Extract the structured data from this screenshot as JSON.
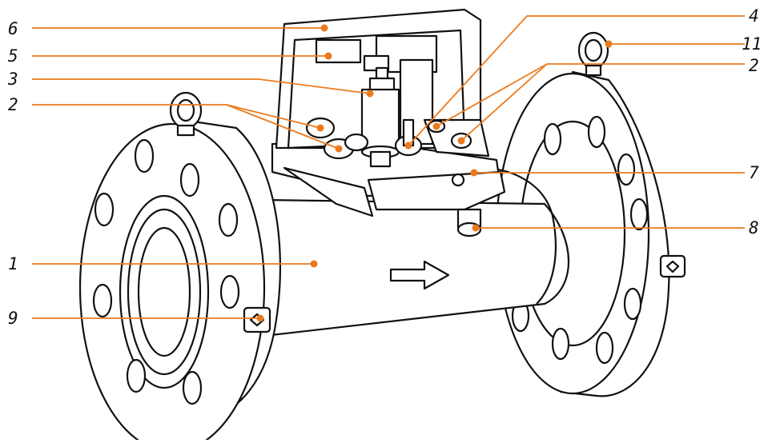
{
  "colors": {
    "leader": "#ec7a1c",
    "outline": "#111111",
    "background": "#ffffff"
  },
  "callouts": [
    {
      "id": "c1",
      "text": "1",
      "side": "left"
    },
    {
      "id": "c2a",
      "text": "2",
      "side": "left"
    },
    {
      "id": "c2b",
      "text": "2",
      "side": "right"
    },
    {
      "id": "c3",
      "text": "3",
      "side": "left"
    },
    {
      "id": "c4",
      "text": "4",
      "side": "right"
    },
    {
      "id": "c5",
      "text": "5",
      "side": "left"
    },
    {
      "id": "c6",
      "text": "6",
      "side": "left"
    },
    {
      "id": "c7",
      "text": "7",
      "side": "right"
    },
    {
      "id": "c8",
      "text": "8",
      "side": "right"
    },
    {
      "id": "c9",
      "text": "9",
      "side": "left"
    },
    {
      "id": "c11",
      "text": "11",
      "side": "right"
    }
  ]
}
